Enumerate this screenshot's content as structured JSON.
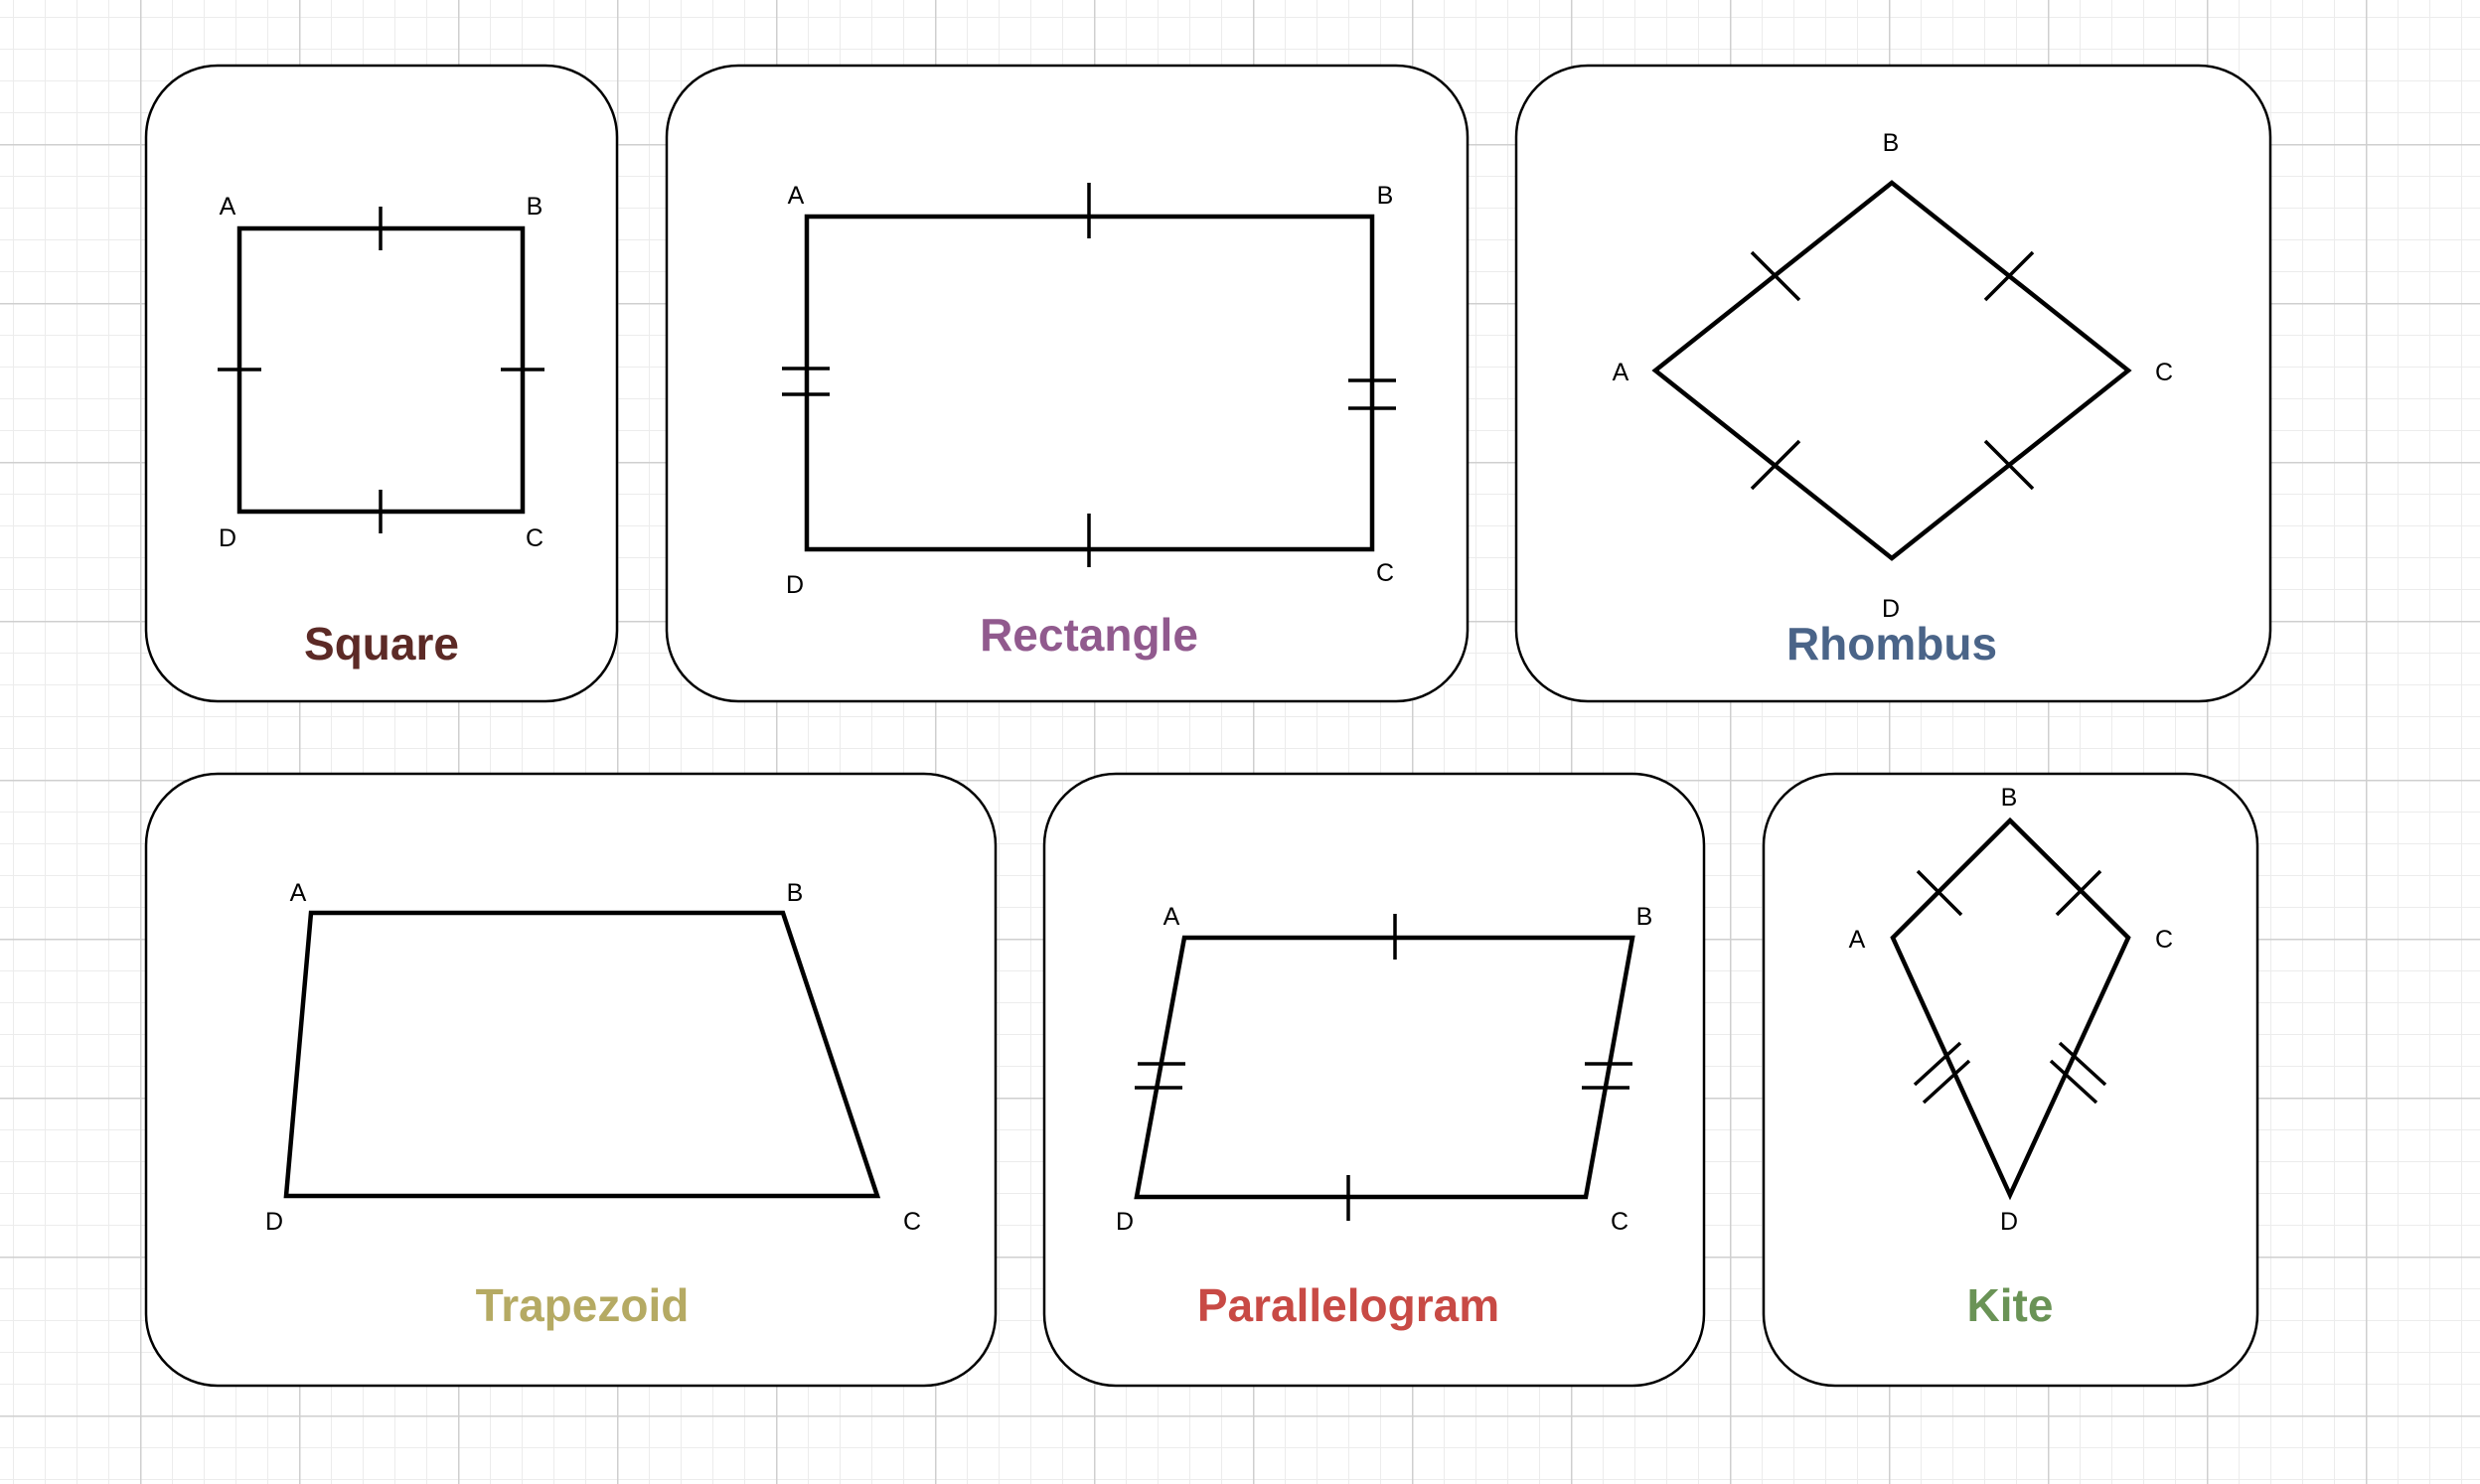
{
  "colors": {
    "square": "#5c2a26",
    "rectangle": "#915a8e",
    "rhombus": "#4a6488",
    "trapezoid": "#b5aa63",
    "parallelogram": "#c84a45",
    "kite": "#6a9356"
  },
  "shapes": {
    "square": {
      "title": "Square",
      "vertices": {
        "A": "A",
        "B": "B",
        "C": "C",
        "D": "D"
      }
    },
    "rectangle": {
      "title": "Rectangle",
      "vertices": {
        "A": "A",
        "B": "B",
        "C": "C",
        "D": "D"
      }
    },
    "rhombus": {
      "title": "Rhombus",
      "vertices": {
        "A": "A",
        "B": "B",
        "C": "C",
        "D": "D"
      }
    },
    "trapezoid": {
      "title": "Trapezoid",
      "vertices": {
        "A": "A",
        "B": "B",
        "C": "C",
        "D": "D"
      }
    },
    "parallelogram": {
      "title": "Parallelogram",
      "vertices": {
        "A": "A",
        "B": "B",
        "C": "C",
        "D": "D"
      }
    },
    "kite": {
      "title": "Kite",
      "vertices": {
        "A": "A",
        "B": "B",
        "C": "C",
        "D": "D"
      }
    }
  }
}
